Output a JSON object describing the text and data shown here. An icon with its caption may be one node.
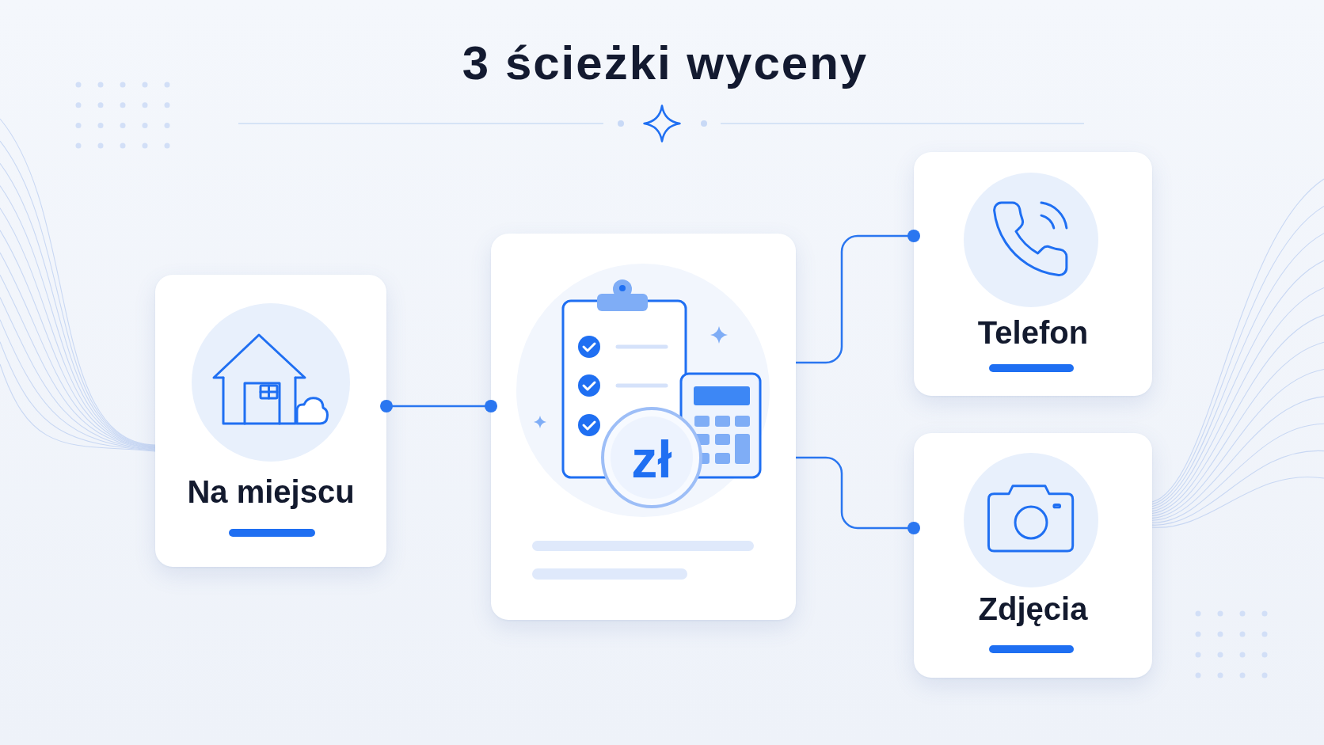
{
  "diagram": {
    "title": "3 ścieżki wyceny",
    "nodes": [
      {
        "text": [
          "Na miejscu"
        ]
      },
      {
        "text": [
          "zł"
        ]
      },
      {
        "text": [
          "Telefon"
        ]
      },
      {
        "text": [
          "Zdjęcia"
        ]
      }
    ],
    "edges": [
      {
        "from": 0,
        "to": 1,
        "arrow": "other"
      },
      {
        "from": 1,
        "to": 2,
        "arrow": "other"
      },
      {
        "from": 1,
        "to": 3,
        "arrow": "other"
      }
    ]
  }
}
